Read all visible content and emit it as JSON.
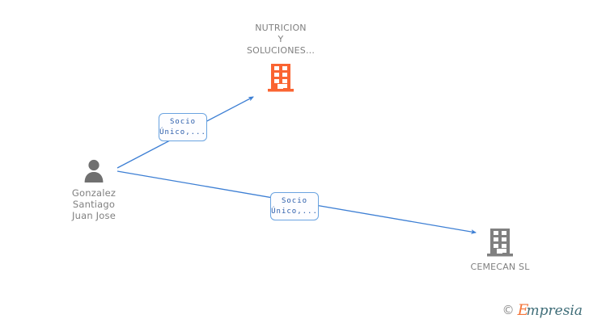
{
  "diagram": {
    "background_color": "#ffffff",
    "edge_color": "#3d7fd4",
    "company_highlight_color": "#fa6432",
    "company_muted_color": "#808080",
    "person_color": "#707070",
    "label_text_color": "#2a5caa",
    "label_border_color": "#6aa3e0"
  },
  "nodes": {
    "person": {
      "name": "Gonzalez\nSantiago\nJuan Jose",
      "icon": "person-icon"
    },
    "company_main": {
      "name": "NUTRICION\nY\nSOLUCIONES...",
      "icon": "building-icon",
      "color": "#fa6432"
    },
    "company_secondary": {
      "name": "CEMECAN SL",
      "icon": "building-icon",
      "color": "#808080"
    }
  },
  "edges": [
    {
      "from": "person",
      "to": "company_main",
      "label": "Socio\nÚnico,..."
    },
    {
      "from": "person",
      "to": "company_secondary",
      "label": "Socio\nÚnico,..."
    }
  ],
  "watermark": {
    "copyright": "©",
    "brand_initial": "E",
    "brand_rest": "mpresia"
  }
}
